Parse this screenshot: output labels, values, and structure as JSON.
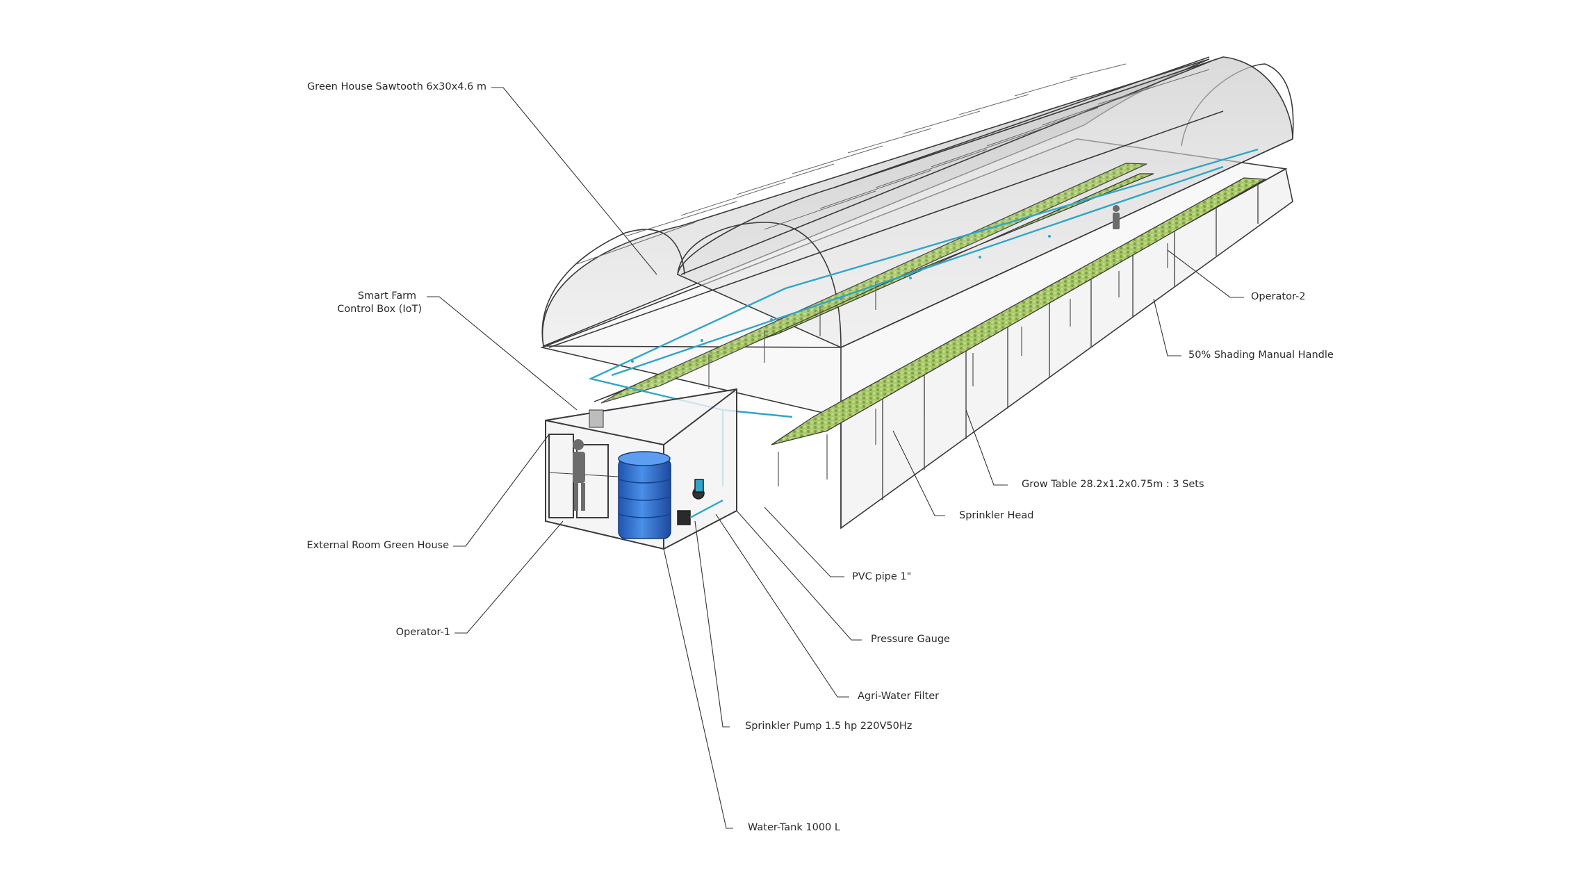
{
  "labels": {
    "greenhouse": "Green House Sawtooth 6x30x4.6 m",
    "control_box_l1": "Smart Farm",
    "control_box_l2": "Control Box (IoT)",
    "external_room": "External Room Green House",
    "operator1": "Operator-1",
    "operator2": "Operator-2",
    "shading": "50% Shading Manual Handle",
    "grow_table": "Grow Table 28.2x1.2x0.75m : 3 Sets",
    "sprinkler_head": "Sprinkler Head",
    "pvc_pipe": "PVC pipe 1\"",
    "pressure_gauge": "Pressure Gauge",
    "agri_filter": "Agri-Water Filter",
    "pump": "Sprinkler Pump 1.5 hp 220V50Hz",
    "water_tank": "Water-Tank 1000 L"
  },
  "colors": {
    "frame": "#3a3a3a",
    "roof_fill": "#d6d6d6",
    "plants": "#9cbf5a",
    "water_pipe": "#2fa6c7",
    "tank": "#2d6fd1",
    "leader": "#333333"
  }
}
